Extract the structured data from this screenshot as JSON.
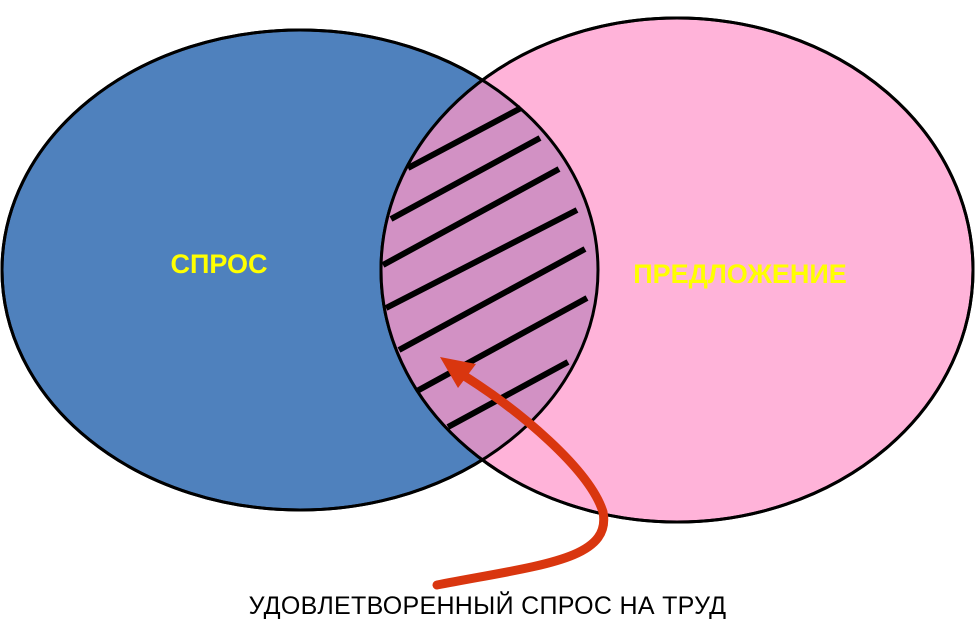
{
  "diagram": {
    "sets": [
      {
        "id": "demand",
        "label": "СПРОС",
        "fill": "#4f81bd"
      },
      {
        "id": "supply",
        "label": "ПРЕДЛОЖЕНИЕ",
        "fill": "#ffb3d9"
      }
    ],
    "intersection_fill": "#d291c4",
    "hatch_color": "#000000",
    "label_color": "#ffff00",
    "outline_color": "#000000",
    "arrow_color": "#d9360f",
    "caption": "УДОВЛЕТВОРЕННЫЙ СПРОС НА ТРУД"
  }
}
